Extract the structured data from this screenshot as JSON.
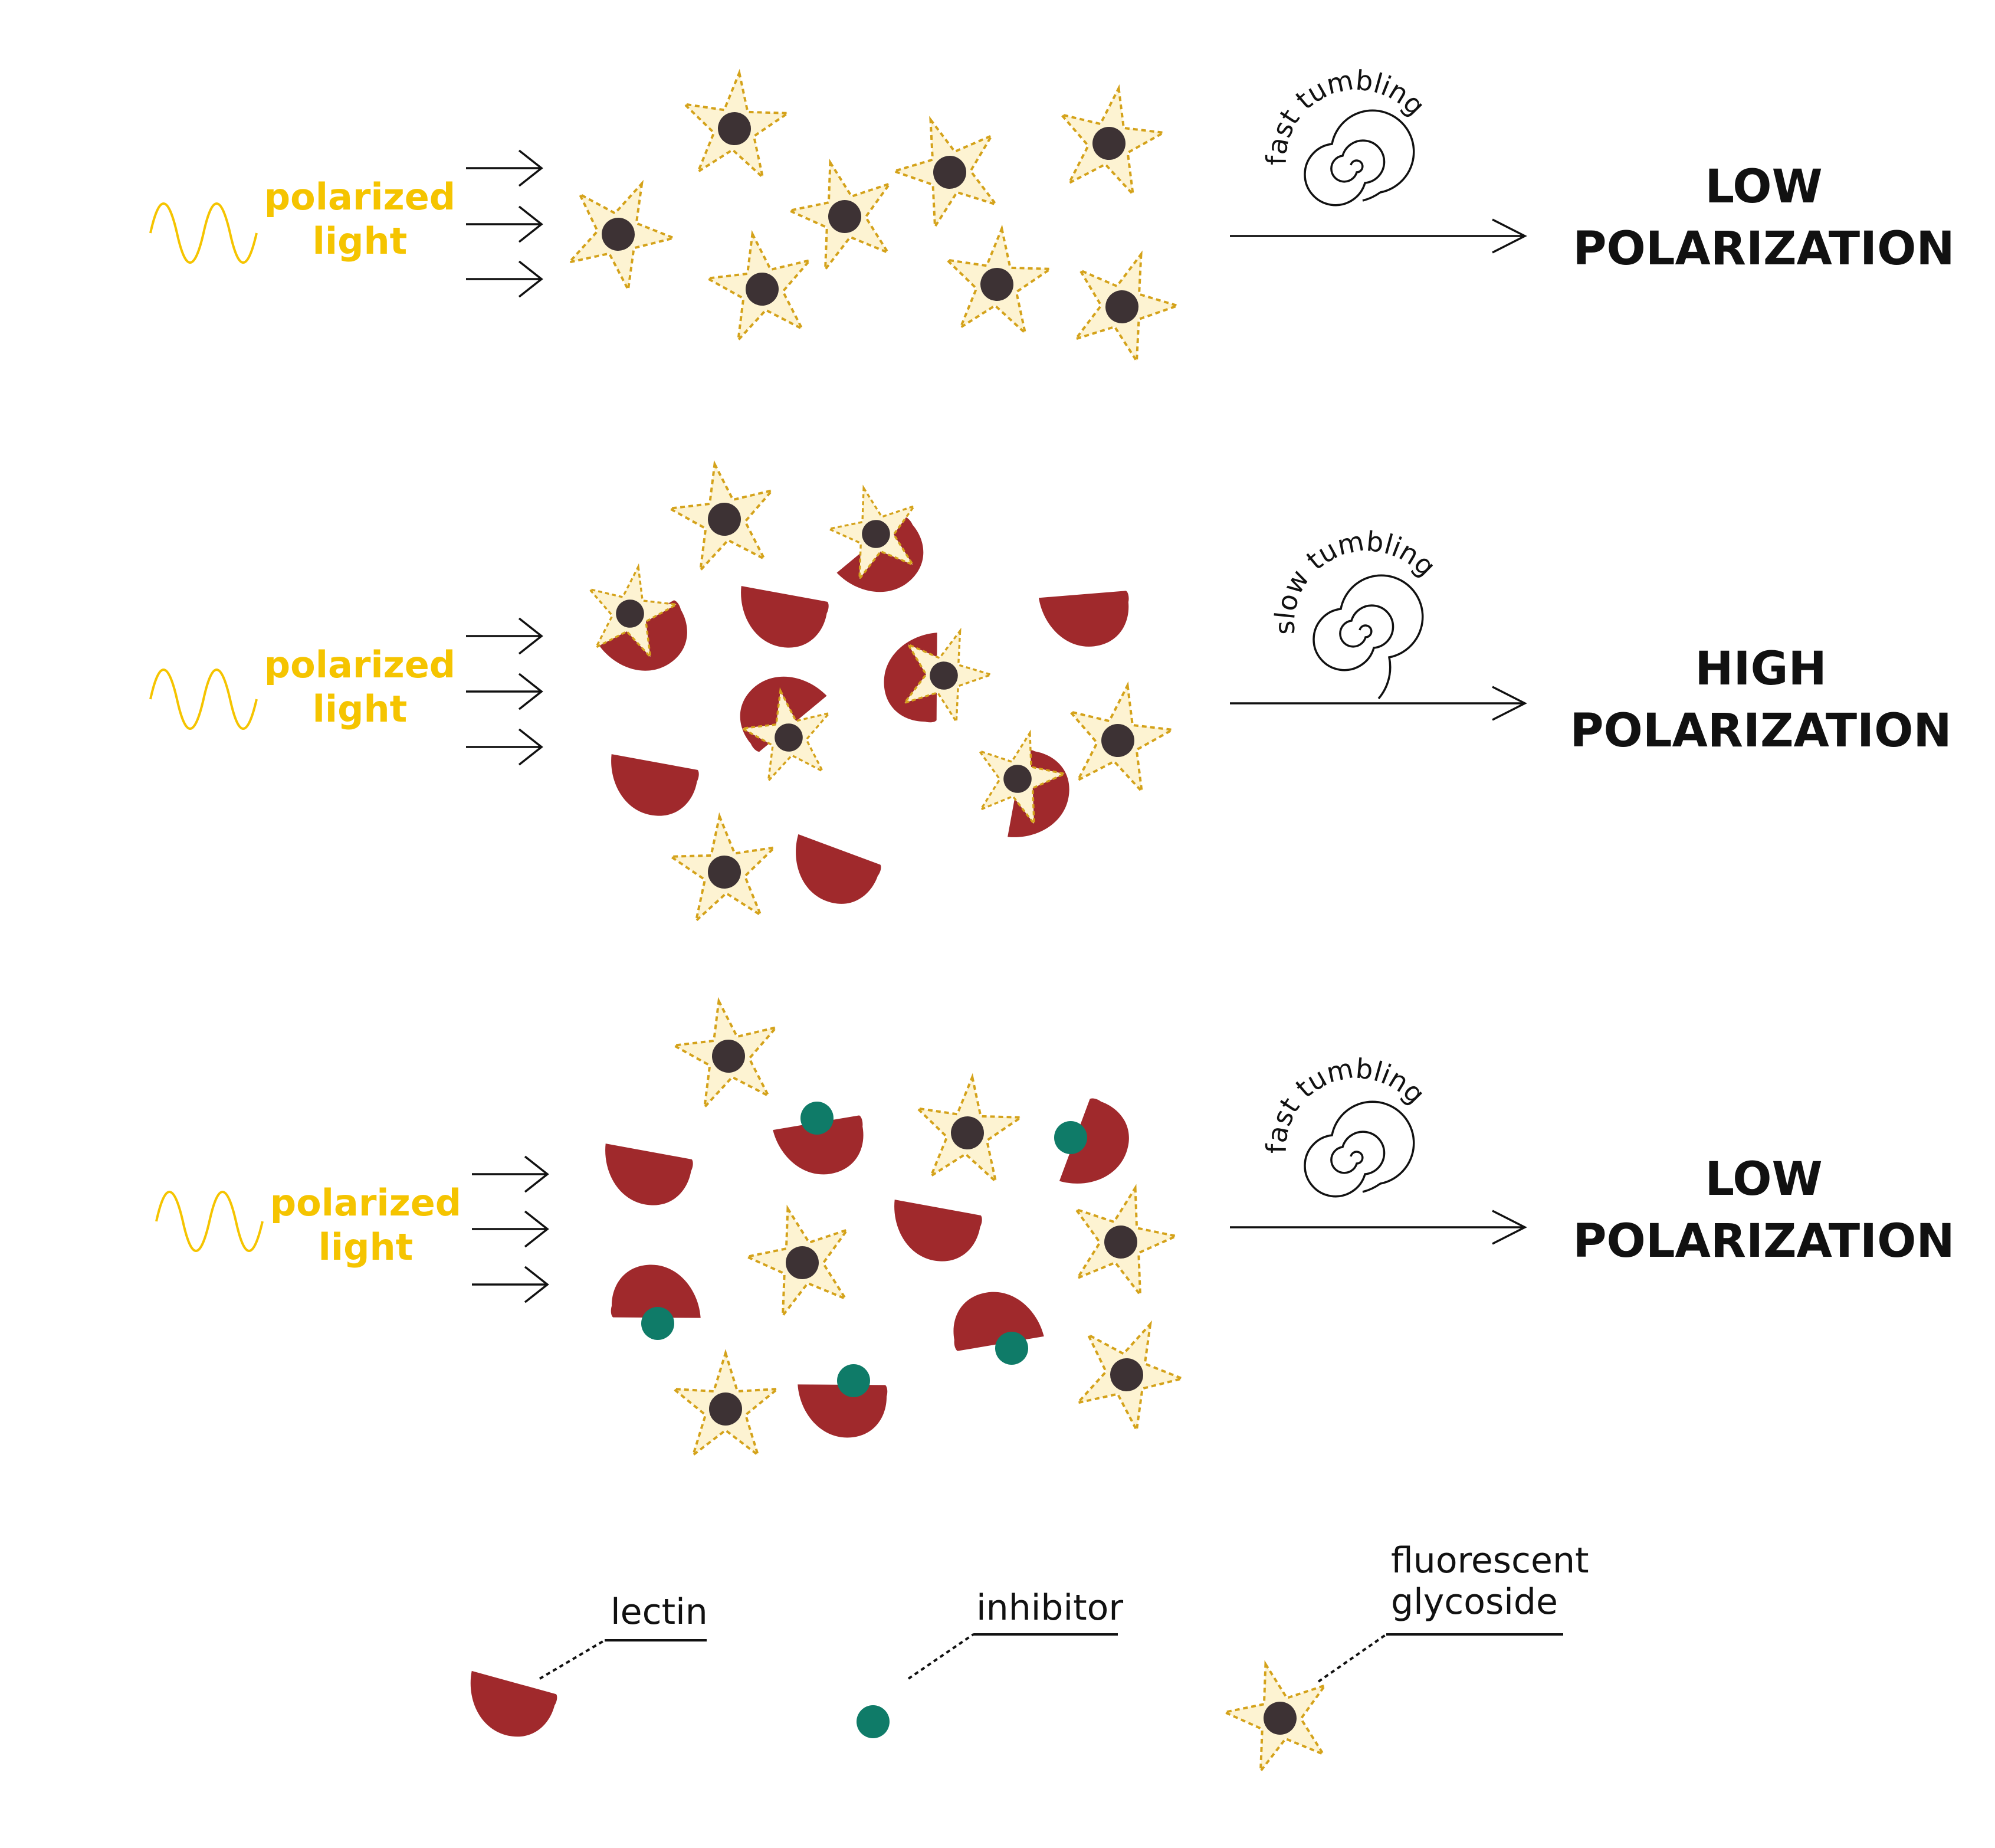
{
  "colors": {
    "light": "#f5c400",
    "star_fill": "#fdf3d2",
    "star_outline": "#d4a21a",
    "glycoside_dot": "#3d3234",
    "lectin": "#a0292c",
    "inhibitor": "#0f7b68",
    "line": "#111111"
  },
  "panels": [
    {
      "light_label_1": "polarized",
      "light_label_2": "light",
      "tumbling": "fast tumbling",
      "result_1": "LOW",
      "result_2": "POLARIZATION"
    },
    {
      "light_label_1": "polarized",
      "light_label_2": "light",
      "tumbling": "slow tumbling",
      "result_1": "HIGH",
      "result_2": "POLARIZATION"
    },
    {
      "light_label_1": "polarized",
      "light_label_2": "light",
      "tumbling": "fast tumbling",
      "result_1": "LOW",
      "result_2": "POLARIZATION"
    }
  ],
  "legend": {
    "lectin": "lectin",
    "inhibitor": "inhibitor",
    "glycoside_1": "fluorescent",
    "glycoside_2": "glycoside"
  },
  "icons": [
    "wave-icon",
    "arrow-icon",
    "spiral-icon",
    "star-glycoside-icon",
    "lectin-crescent-icon",
    "inhibitor-dot-icon"
  ]
}
